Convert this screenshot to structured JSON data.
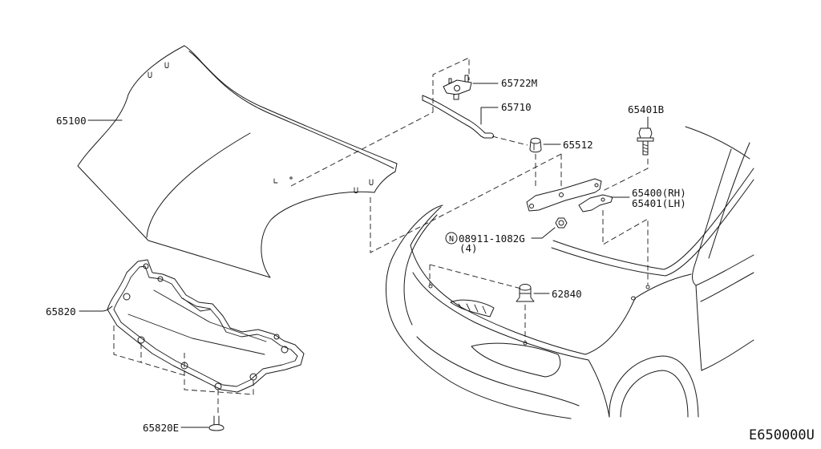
{
  "colors": {
    "line": "#1a1a1a",
    "background": "#ffffff"
  },
  "callouts": {
    "hood": "65100",
    "hood_stay_clip": "65722M",
    "hood_stay": "65710",
    "hood_bumper": "65512",
    "hinge_bolt": "65401B",
    "hinge_rh": "65400(RH)",
    "hinge_lh": "65401(LH)",
    "nut_prefix": "N",
    "nut": "08911-1082G",
    "nut_qty": "(4)",
    "rubber_stop": "62840",
    "undercover": "65820",
    "undercover_clip": "65820E"
  },
  "diagram_code": "E650000U"
}
